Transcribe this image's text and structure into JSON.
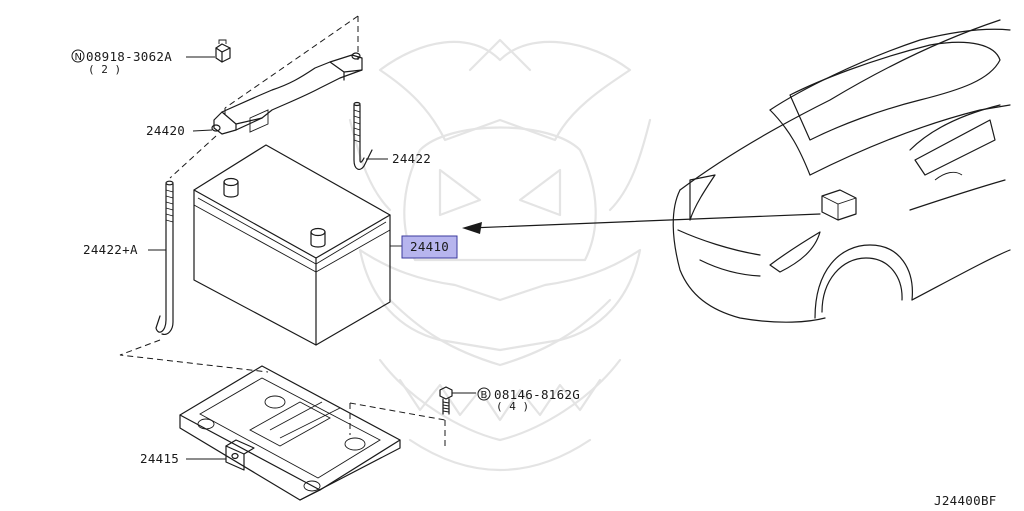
{
  "diagram_code": "J24400BF",
  "parts": {
    "nut": {
      "prefix": "N",
      "number": "08918-3062A",
      "qty": "( 2 )"
    },
    "bolt": {
      "prefix": "B",
      "number": "08146-8162G",
      "qty": "( 4 )"
    },
    "frame": "24420",
    "rod_right": "24422",
    "rod_left": "24422+A",
    "battery": "24410",
    "tray": "24415"
  },
  "colors": {
    "highlight_fill": "#b7b5ee",
    "highlight_border": "#3b3a9e",
    "line": "#1a1a1a",
    "watermark": "#e4e4e4"
  }
}
